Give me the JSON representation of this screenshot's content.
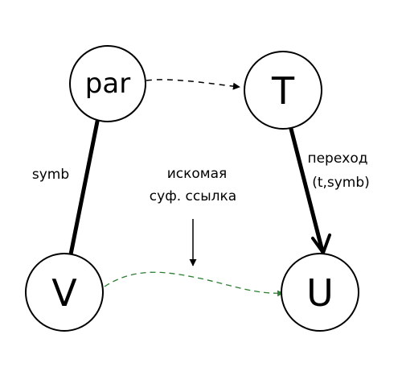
{
  "nodes": {
    "par": "par",
    "t": "T",
    "v": "V",
    "u": "U"
  },
  "edges": {
    "par_v_label": "symb",
    "t_u_label_line1": "переход",
    "t_u_label_line2": "(t,symb)"
  },
  "annotation": {
    "line1": "искомая",
    "line2": "суф. ссылка"
  },
  "colors": {
    "stroke": "#000000",
    "suffix_link": "#2e7d32",
    "background": "#ffffff"
  }
}
